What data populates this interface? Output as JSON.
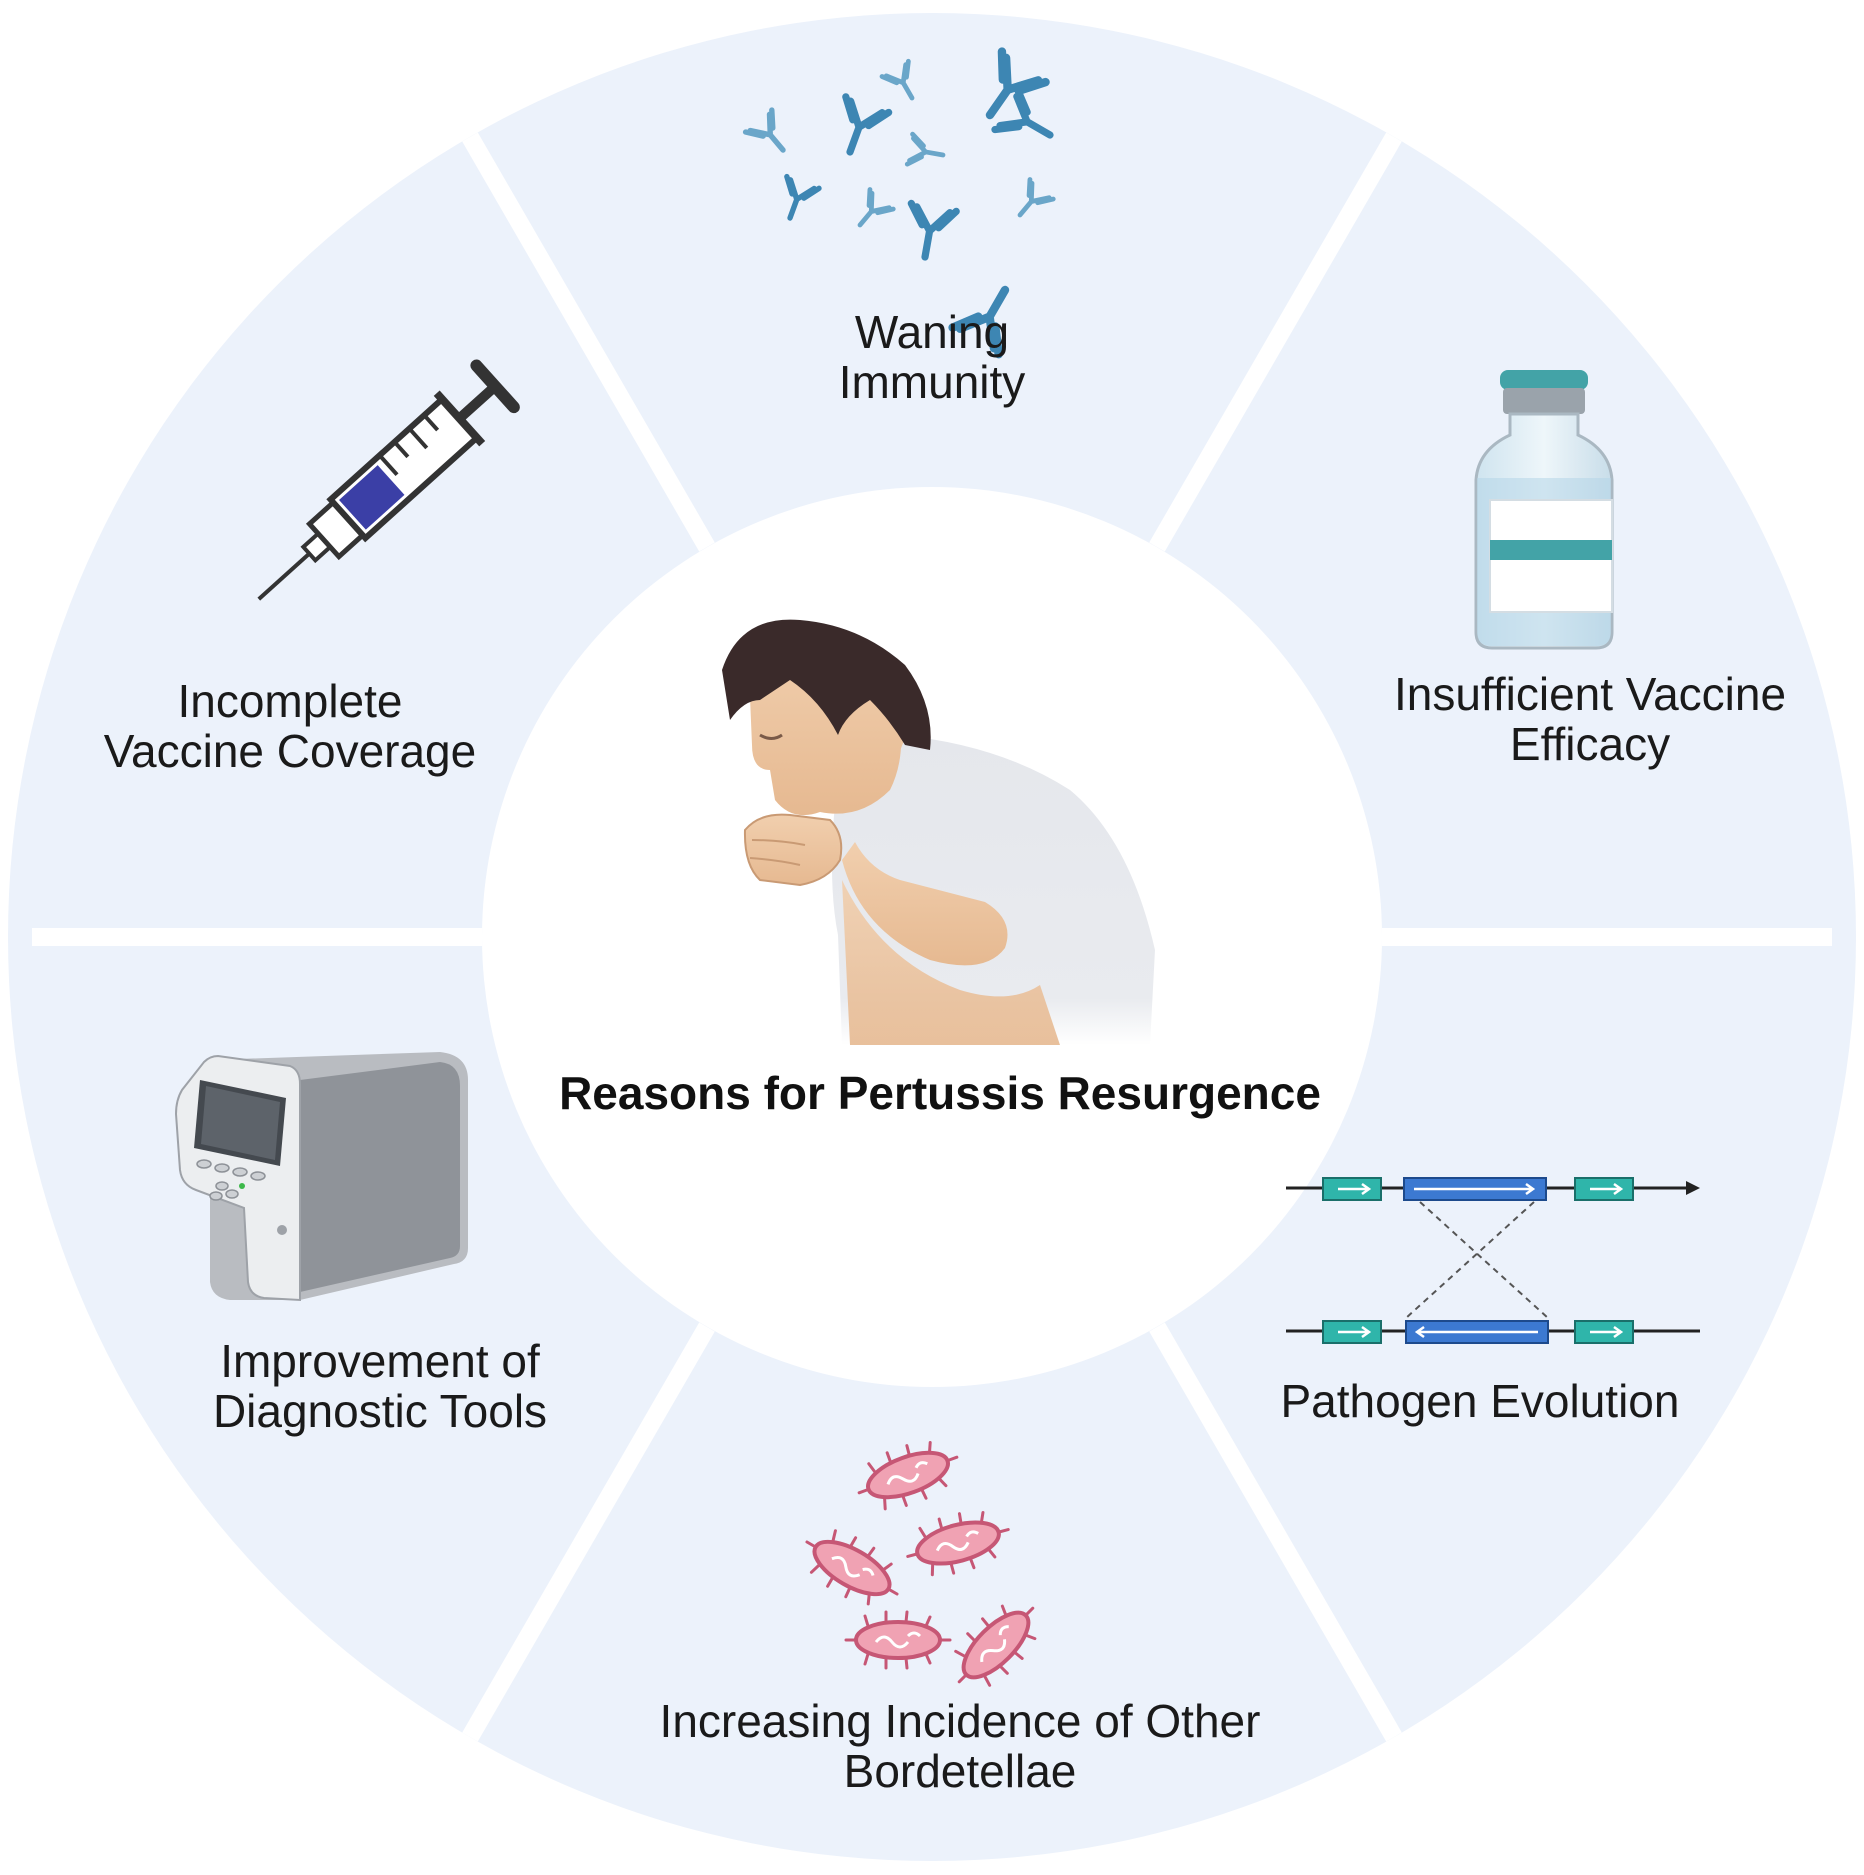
{
  "title": "Reasons for Pertussis Resurgence",
  "colors": {
    "segment_fill": "#ecf2fb",
    "separator": "#ffffff",
    "antibody": "#3d86b3",
    "bacteria": "#e47e94",
    "gene_teal": "#2fb5aa",
    "gene_blue": "#3c79d1"
  },
  "segments": [
    {
      "id": "waning",
      "lines": [
        "Waning",
        "Immunity"
      ],
      "icon": "antibody-icon"
    },
    {
      "id": "insufficient",
      "lines": [
        "Insufficient Vaccine",
        "Efficacy"
      ],
      "icon": "vaccine-vial-icon"
    },
    {
      "id": "pathogen",
      "lines": [
        "Pathogen Evolution"
      ],
      "icon": "gene-rearrangement-icon"
    },
    {
      "id": "bordetellae",
      "lines": [
        "Increasing Incidence of Other",
        "Bordetellae"
      ],
      "icon": "bacteria-icon"
    },
    {
      "id": "diagnostic",
      "lines": [
        "Improvement of",
        "Diagnostic Tools"
      ],
      "icon": "diagnostic-analyzer-icon"
    },
    {
      "id": "coverage",
      "lines": [
        "Incomplete",
        "Vaccine Coverage"
      ],
      "icon": "syringe-icon"
    }
  ],
  "center_icon": "coughing-person-icon"
}
